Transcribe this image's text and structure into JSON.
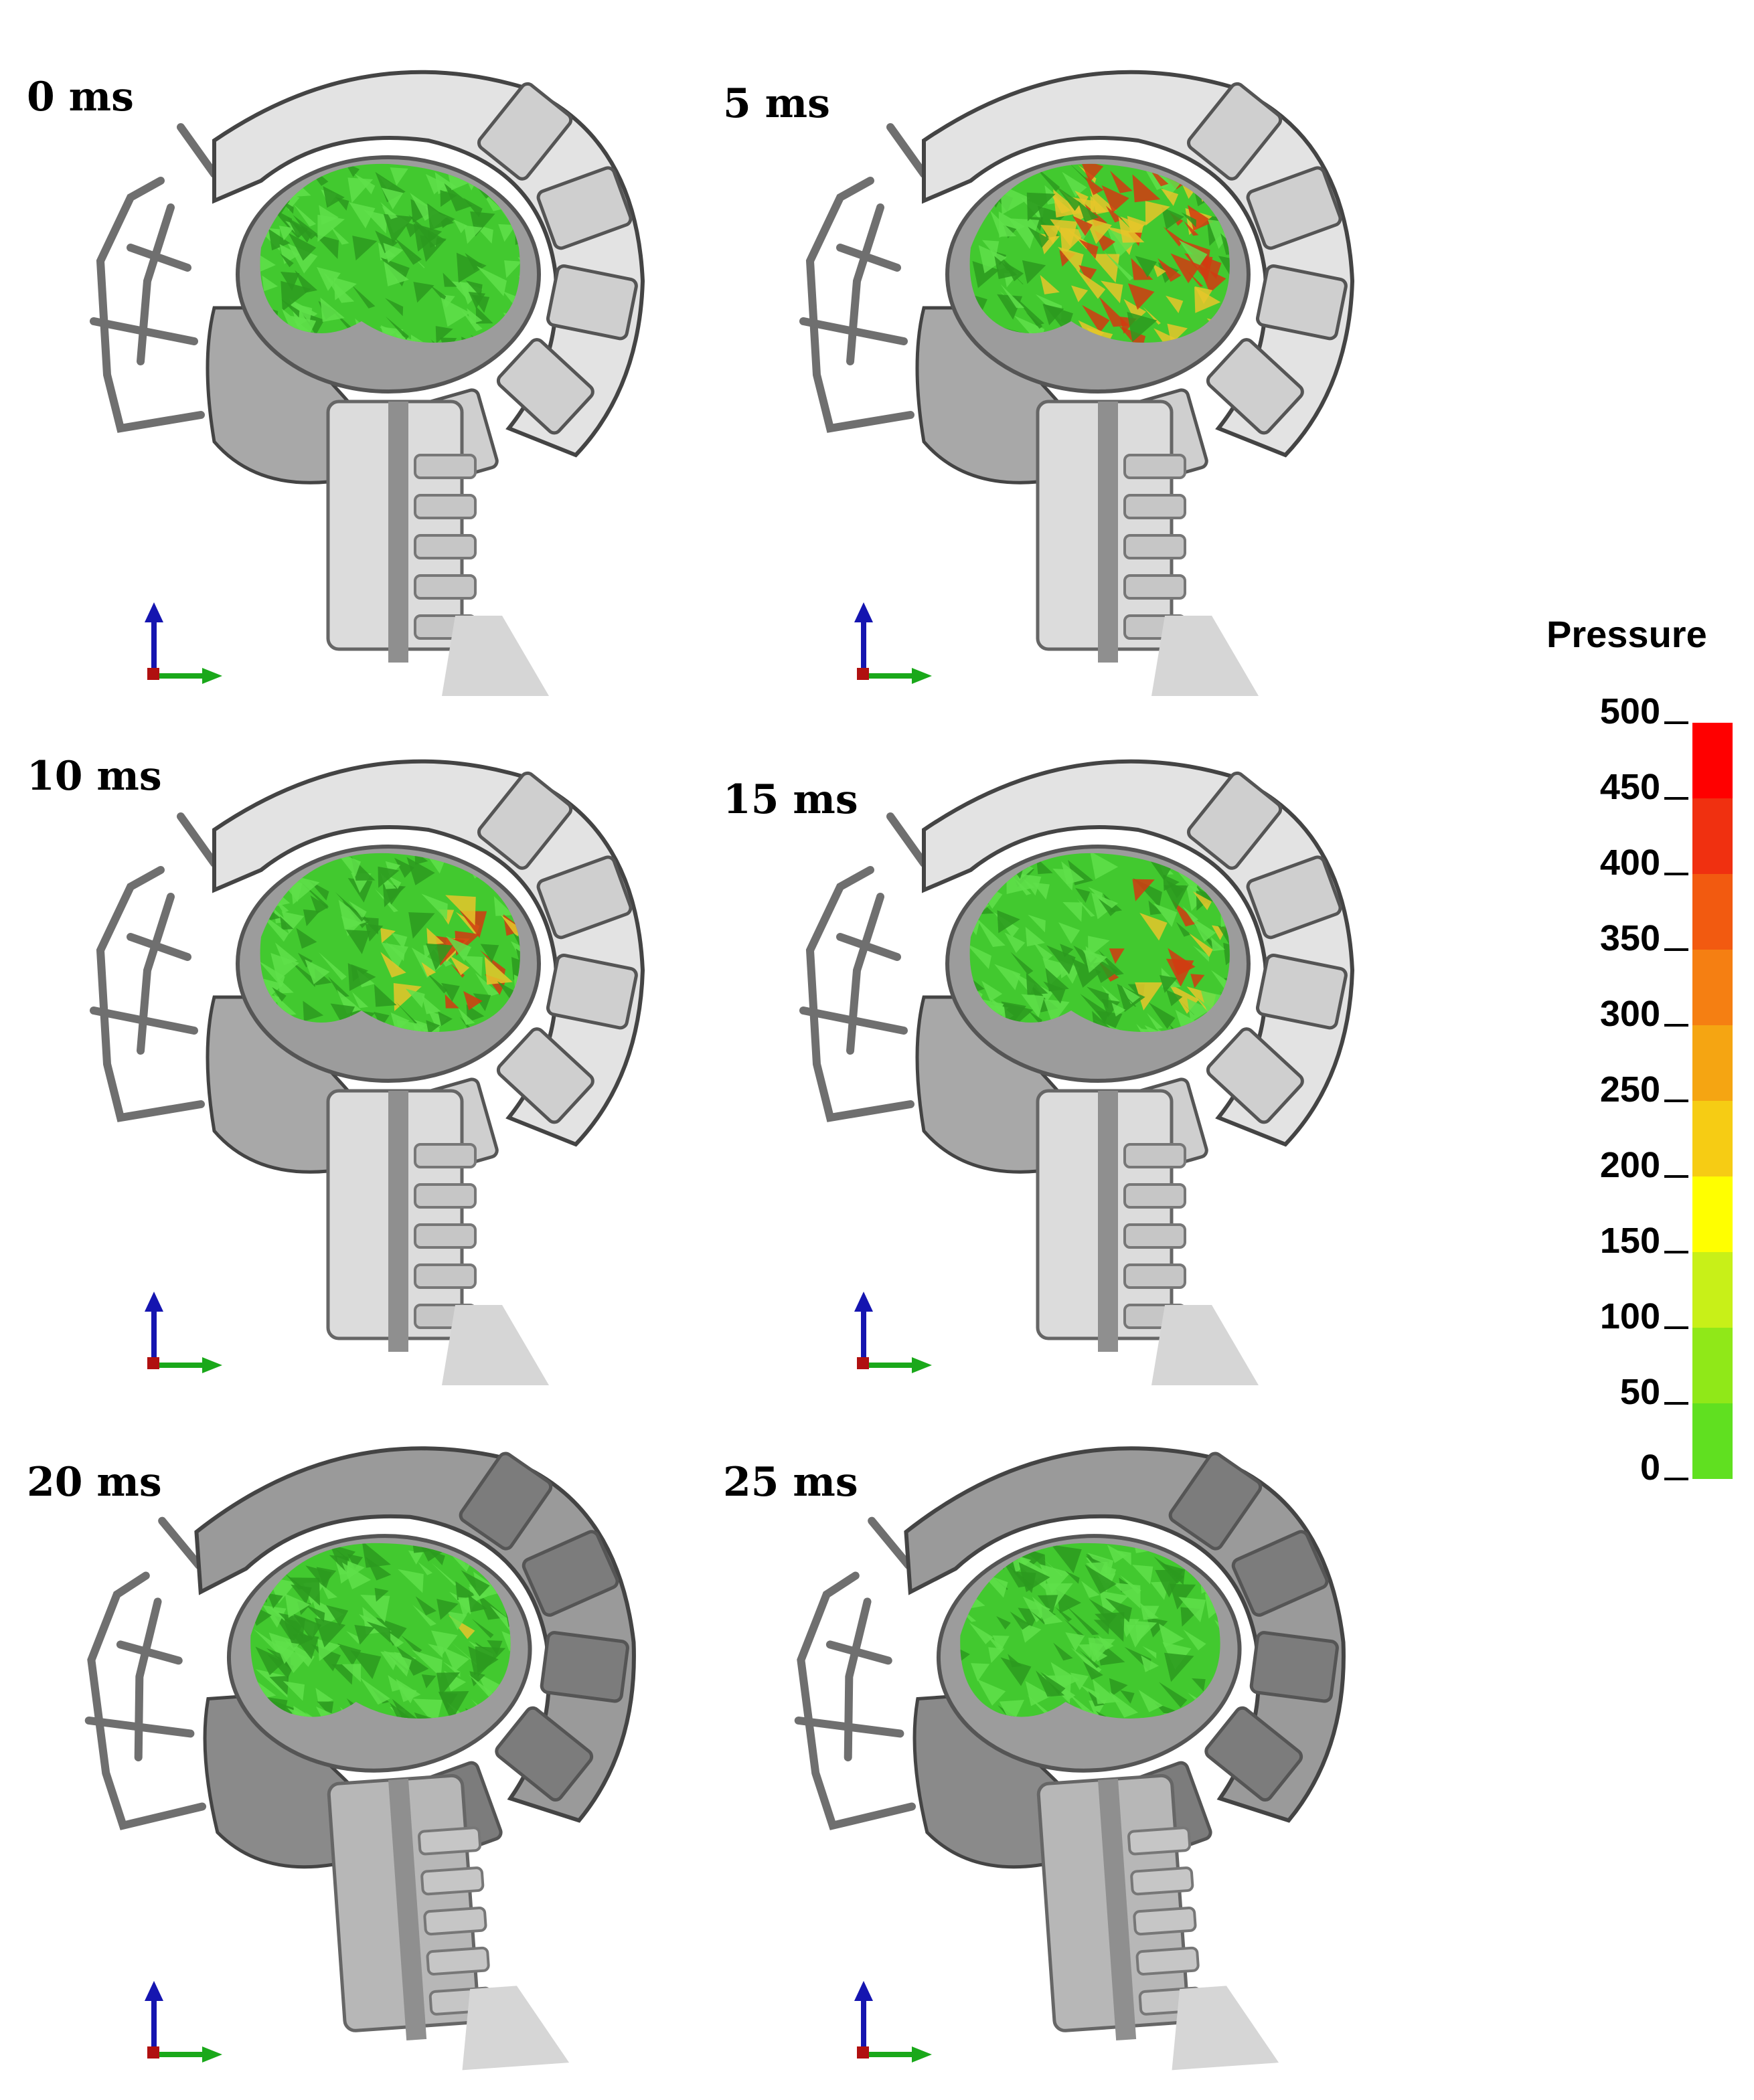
{
  "figure": {
    "panels": [
      {
        "time_label": "0 ms",
        "hotspot": 0.0
      },
      {
        "time_label": "5 ms",
        "hotspot": 0.85
      },
      {
        "time_label": "10 ms",
        "hotspot": 0.45
      },
      {
        "time_label": "15 ms",
        "hotspot": 0.4
      },
      {
        "time_label": "20 ms",
        "hotspot": 0.15
      },
      {
        "time_label": "25 ms",
        "hotspot": 0.05
      }
    ],
    "legend": {
      "title": "Pressure",
      "ticks": [
        "500",
        "450",
        "400",
        "350",
        "300",
        "250",
        "200",
        "150",
        "100",
        "50",
        "0"
      ],
      "colors": [
        "#ff0000",
        "#f03010",
        "#f25a10",
        "#f57f12",
        "#f5a512",
        "#f6cc14",
        "#ffff00",
        "#c8f018",
        "#90e818",
        "#60e020",
        "#30e030"
      ]
    },
    "colors": {
      "brain_base": "#42c92f",
      "brain_dark": "#2c9a1f",
      "helmet_light": "#e3e3e3",
      "helmet_dark": "#8a8a8a",
      "cage": "#6f6f6f",
      "axis_z": "#1515b0",
      "axis_y": "#1aa81a",
      "axis_x": "#b01010"
    }
  }
}
